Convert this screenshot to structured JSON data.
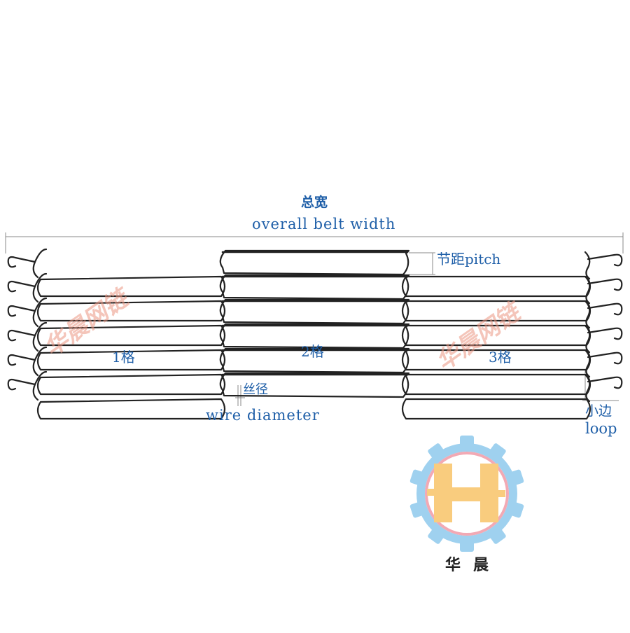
{
  "labels": {
    "overall_cn": "总宽",
    "overall_en": "overall belt width",
    "pitch": "节距pitch",
    "wire_cn": "丝径",
    "wire_en": "wire diameter",
    "loop_cn": "小边",
    "loop_en": "loop",
    "cell1": "1格",
    "cell2": "2格",
    "cell3": "3格"
  },
  "watermark": "华晨网链",
  "logo": {
    "caption": "华晨",
    "gear_color": "#9fd1ef",
    "ring_color": "#f2a9b4",
    "letter_color": "#f9cc7e",
    "icon": "gear-h-logo-icon"
  },
  "colors": {
    "text": "#1f5fa8",
    "wire": "#222222",
    "dimension": "#888888"
  }
}
